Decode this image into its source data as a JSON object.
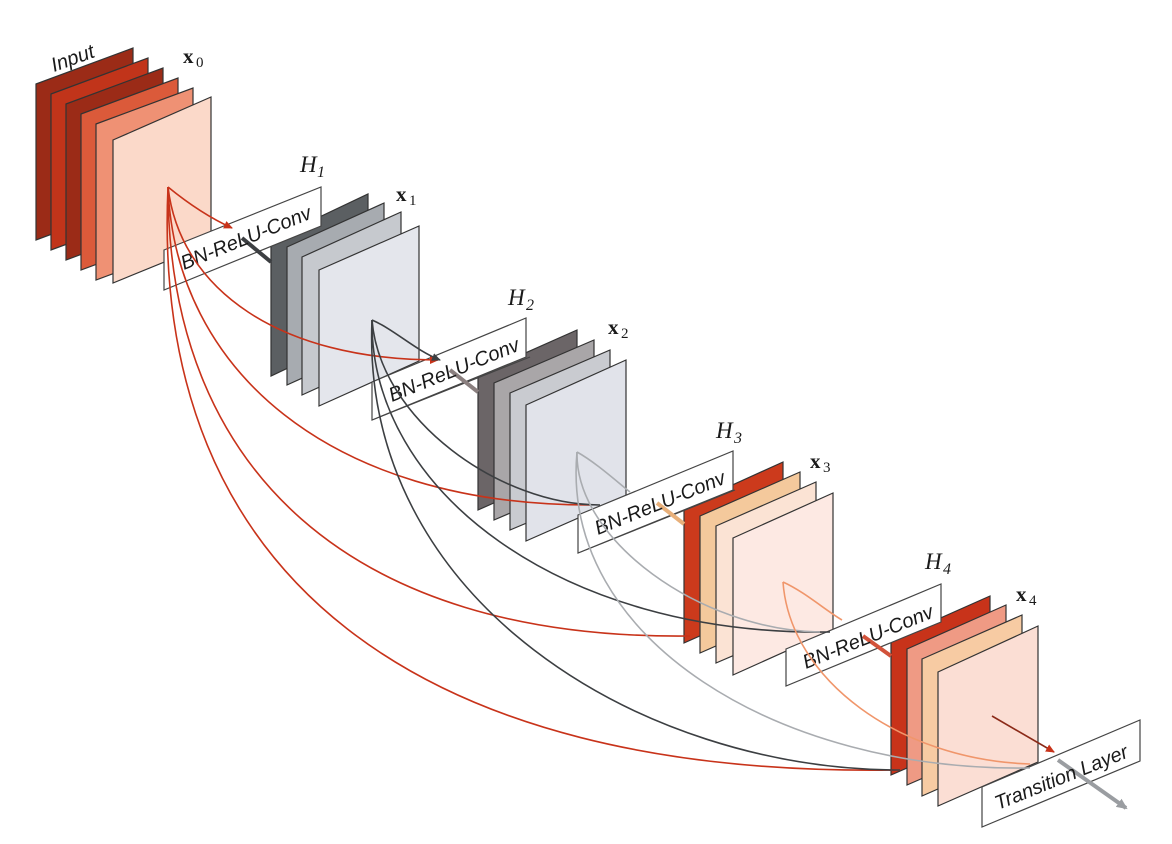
{
  "input_label": "Input",
  "states": [
    {
      "symbol": "x",
      "sub": "0"
    },
    {
      "symbol": "x",
      "sub": "1"
    },
    {
      "symbol": "x",
      "sub": "2"
    },
    {
      "symbol": "x",
      "sub": "3"
    },
    {
      "symbol": "x",
      "sub": "4"
    }
  ],
  "layers": [
    {
      "symbol": "H",
      "sub": "1",
      "op": "BN-ReLU-Conv"
    },
    {
      "symbol": "H",
      "sub": "2",
      "op": "BN-ReLU-Conv"
    },
    {
      "symbol": "H",
      "sub": "3",
      "op": "BN-ReLU-Conv"
    },
    {
      "symbol": "H",
      "sub": "4",
      "op": "BN-ReLU-Conv"
    }
  ],
  "transition_label": "Transition Layer",
  "colors": {
    "input_maps": [
      "#9b2b17",
      "#c1341a",
      "#db5a3a",
      "#ef9174",
      "#fbd9c9"
    ],
    "x1_maps": [
      "#5b5f62",
      "#a7abb0",
      "#c6c9ce",
      "#e4e6ec"
    ],
    "x2_maps": [
      "#6b6567",
      "#a9a6a8",
      "#c9cbd0",
      "#e1e3ea"
    ],
    "x3_maps": [
      "#cc3a1c",
      "#f4c99c",
      "#fbe3d4",
      "#fde9e3"
    ],
    "x4_maps": [
      "#c8331a",
      "#ef9a84",
      "#f7cba3",
      "#fbded4"
    ],
    "edge_from_x0": "#c8331a",
    "edge_from_x1": "#3c3f42",
    "edge_from_x2": "#a9acb0",
    "edge_from_x3": "#f0966b",
    "edge_transition": "#8b2a18"
  }
}
